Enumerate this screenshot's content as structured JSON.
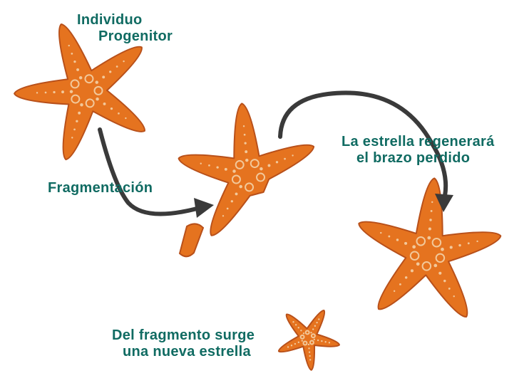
{
  "labels": {
    "parent_line1": "Individuo",
    "parent_line2": "Progenitor",
    "fragmentation": "Fragmentación",
    "regen_line1": "La estrella regenerará",
    "regen_line2": "el brazo perdido",
    "new_line1": "Del fragmento surge",
    "new_line2": "una nueva estrella"
  },
  "colors": {
    "text": "#106b62",
    "starfish": "#e5731f",
    "starfish_dark": "#b8501a",
    "spots": "#f2c89a",
    "arrow": "#3a3a3a"
  }
}
